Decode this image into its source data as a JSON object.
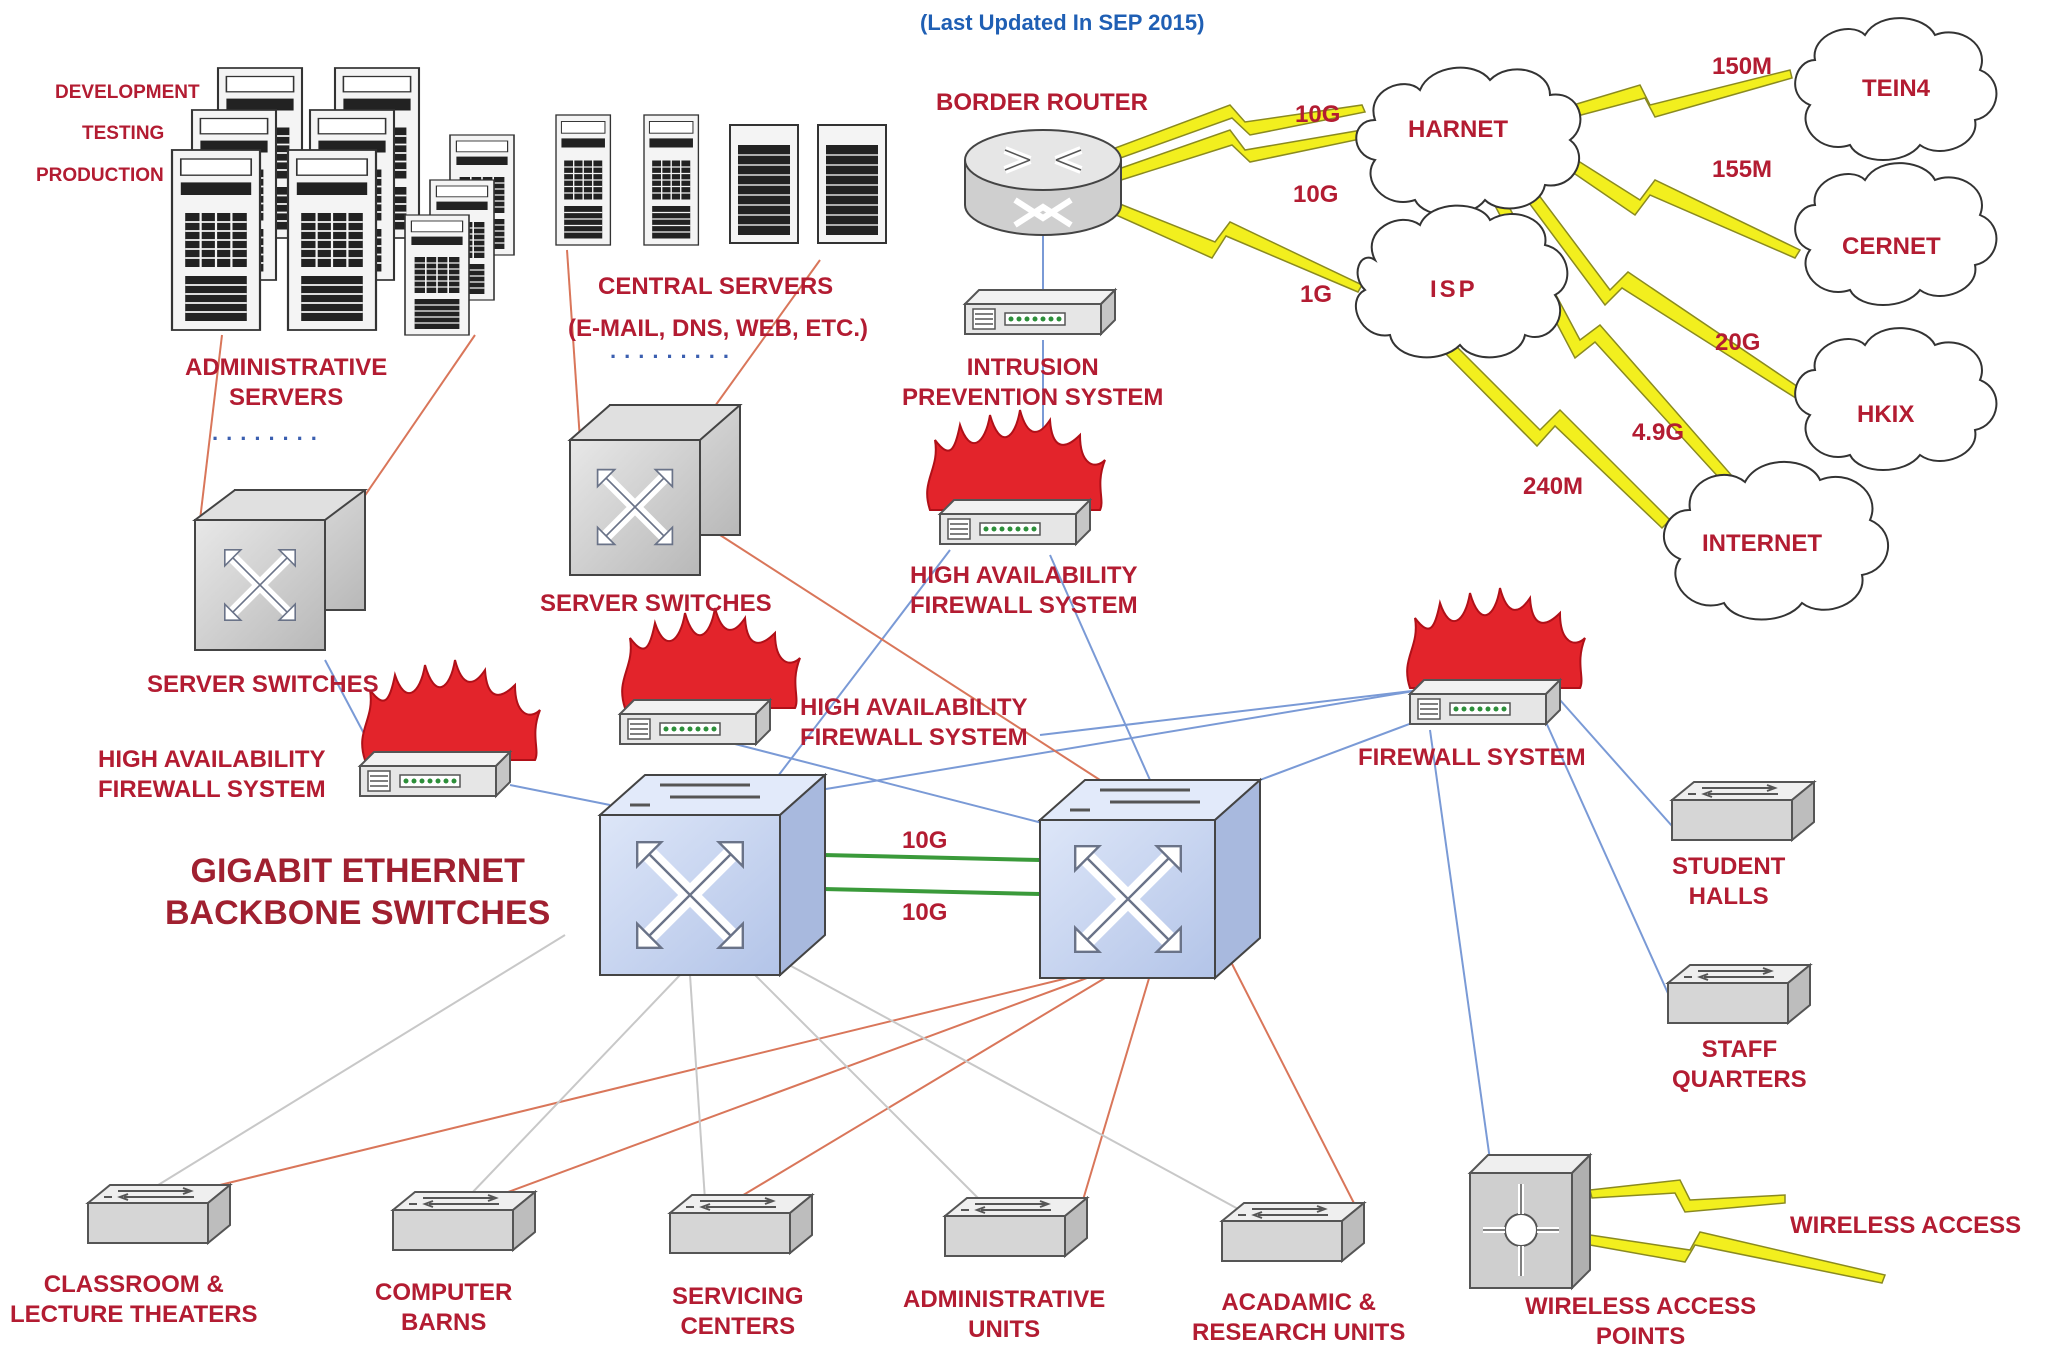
{
  "title": "(Last Updated In SEP 2015)",
  "colors": {
    "label": "#b31c32",
    "title": "#1f5fb4",
    "blue_link": "#7a9ad6",
    "orange_link": "#d9765a",
    "grey_link": "#c8c8c8",
    "green_link": "#3a9a3a",
    "lightning": "#f2ef1e",
    "switch_fill": "#c7d6f2"
  },
  "labels": {
    "development": "DEVELOPMENT",
    "testing": "TESTING",
    "production": "PRODUCTION",
    "admin_servers": [
      "ADMINISTRATIVE",
      "SERVERS"
    ],
    "central_servers": "CENTRAL SERVERS",
    "central_servers_sub": "(E-MAIL, DNS, WEB, ETC.)",
    "border_router": "BORDER ROUTER",
    "ips": [
      "INTRUSION",
      "PREVENTION SYSTEM"
    ],
    "ha_fw_top": [
      "HIGH AVAILABILITY",
      "FIREWALL SYSTEM"
    ],
    "server_switches_left": "SERVER SWITCHES",
    "server_switches_mid": "SERVER SWITCHES",
    "ha_fw_left": [
      "HIGH AVAILABILITY",
      "FIREWALL SYSTEM"
    ],
    "ha_fw_mid": [
      "HIGH AVAILABILITY",
      "FIREWALL SYSTEM"
    ],
    "firewall_system": "FIREWALL SYSTEM",
    "backbone": [
      "GIGABIT ETHERNET",
      "BACKBONE SWITCHES"
    ],
    "student_halls": [
      "STUDENT",
      "HALLS"
    ],
    "staff_quarters": [
      "STAFF",
      "QUARTERS"
    ],
    "wireless_access": "WIRELESS ACCESS",
    "wireless_ap": [
      "WIRELESS ACCESS",
      "POINTS"
    ],
    "classroom": [
      "CLASSROOM &",
      "LECTURE THEATERS"
    ],
    "computer_barns": [
      "COMPUTER",
      "BARNS"
    ],
    "servicing": [
      "SERVICING",
      "CENTERS"
    ],
    "admin_units": [
      "ADMINISTRATIVE",
      "UNITS"
    ],
    "research": [
      "ACADAMIC &",
      "RESEARCH UNITS"
    ]
  },
  "clouds": {
    "harnet": "HARNET",
    "isp": "ISP",
    "tein4": "TEIN4",
    "cernet": "CERNET",
    "hkix": "HKIX",
    "internet": "INTERNET"
  },
  "links": {
    "router_harnet_1": "10G",
    "router_harnet_2": "10G",
    "router_isp": "1G",
    "harnet_tein4": "150M",
    "harnet_cernet": "155M",
    "harnet_hkix": "20G",
    "harnet_internet": "4.9G",
    "isp_internet": "240M",
    "backbone_1": "10G",
    "backbone_2": "10G"
  }
}
